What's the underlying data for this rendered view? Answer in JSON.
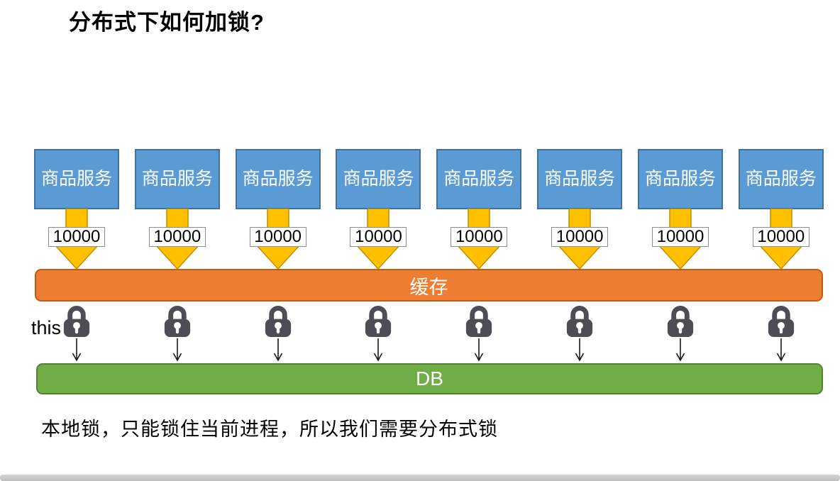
{
  "page": {
    "title": "分布式下如何加锁?",
    "caption": "本地锁，只能锁住当前进程，所以我们需要分布式锁",
    "annotation": "this",
    "background": "#ffffff"
  },
  "diagram": {
    "services": [
      {
        "label": "商品服务",
        "requests": "10000"
      },
      {
        "label": "商品服务",
        "requests": "10000"
      },
      {
        "label": "商品服务",
        "requests": "10000"
      },
      {
        "label": "商品服务",
        "requests": "10000"
      },
      {
        "label": "商品服务",
        "requests": "10000"
      },
      {
        "label": "商品服务",
        "requests": "10000"
      },
      {
        "label": "商品服务",
        "requests": "10000"
      },
      {
        "label": "商品服务",
        "requests": "10000"
      }
    ],
    "cache_label": "缓存",
    "db_label": "DB",
    "icons": {
      "lock": "padlock-icon",
      "block_arrow": "block-arrow-down-icon",
      "flow_arrow": "thin-arrow-down-icon"
    },
    "colors": {
      "service_fill": "#5B9BD5",
      "service_border": "#41719C",
      "arrow_fill": "#FFC000",
      "arrow_border": "#BF9000",
      "cache_fill": "#ED7D31",
      "cache_border": "#C55A11",
      "db_fill": "#70AD47",
      "db_border": "#548235",
      "lock_color": "#4D4E55",
      "count_border": "#8C8C8C",
      "scrollbar_color": "#C8C8C8"
    }
  }
}
